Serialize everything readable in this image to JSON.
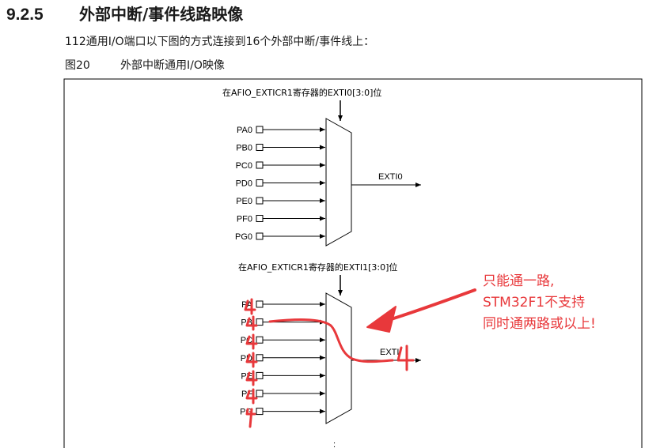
{
  "section": {
    "number": "9.2.5",
    "title": "外部中断/事件线路映像"
  },
  "intro_text": "112通用I/O端口以下图的方式连接到16个外部中断/事件线上：",
  "figure": {
    "label": "图20",
    "title": "外部中断通用I/O映像"
  },
  "mux0": {
    "register_label": "在AFIO_EXTICR1寄存器的EXTI0[3:0]位",
    "inputs": [
      "PA0",
      "PB0",
      "PC0",
      "PD0",
      "PE0",
      "PF0",
      "PG0"
    ],
    "output": "EXTI0"
  },
  "mux1": {
    "register_label": "在AFIO_EXTICR1寄存器的EXTI1[3:0]位",
    "inputs": [
      "PA",
      "PB",
      "PC",
      "PD",
      "PE",
      "PF",
      "PG"
    ],
    "output": "EXTI"
  },
  "ellipsis": ":",
  "annotation": {
    "color": "#e8383b",
    "lines": [
      "只能通一路,",
      "STM32F1不支持",
      "同时通两路或以上!"
    ]
  }
}
